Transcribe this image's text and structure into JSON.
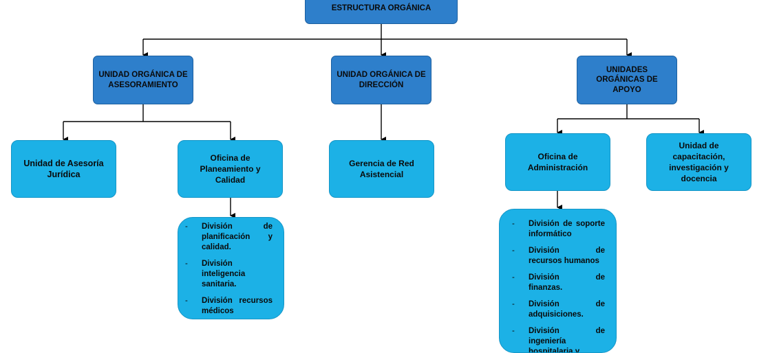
{
  "root": {
    "title": "ESTRUCTURA ORGÁNICA"
  },
  "level1": [
    {
      "label": "UNIDAD ORGÁNICA DE ASESORAMIENTO"
    },
    {
      "label": "UNIDAD ORGÁNICA DE DIRECCIÓN"
    },
    {
      "label": "UNIDADES ORGÁNICAS DE APOYO"
    }
  ],
  "level2": [
    {
      "label": "Unidad de Asesoría Jurídica"
    },
    {
      "label": "Oficina de Planeamiento y Calidad"
    },
    {
      "label": "Gerencia de Red Asistencial"
    },
    {
      "label": "Oficina de Administración"
    },
    {
      "label": "Unidad de capacitación, investigación y docencia"
    }
  ],
  "lists": {
    "planeamiento": [
      "División de planificación y calidad.",
      "División inteligencia sanitaria.",
      "División recursos médicos"
    ],
    "administracion": [
      "División de soporte informático",
      "División de recursos humanos",
      "División de finanzas.",
      "División de adquisiciones.",
      "División de ingeniería hospitalaria y"
    ]
  },
  "colors": {
    "dark_box": "#2e7fcb",
    "light_box": "#1cb1e6",
    "connector": "#000000"
  }
}
